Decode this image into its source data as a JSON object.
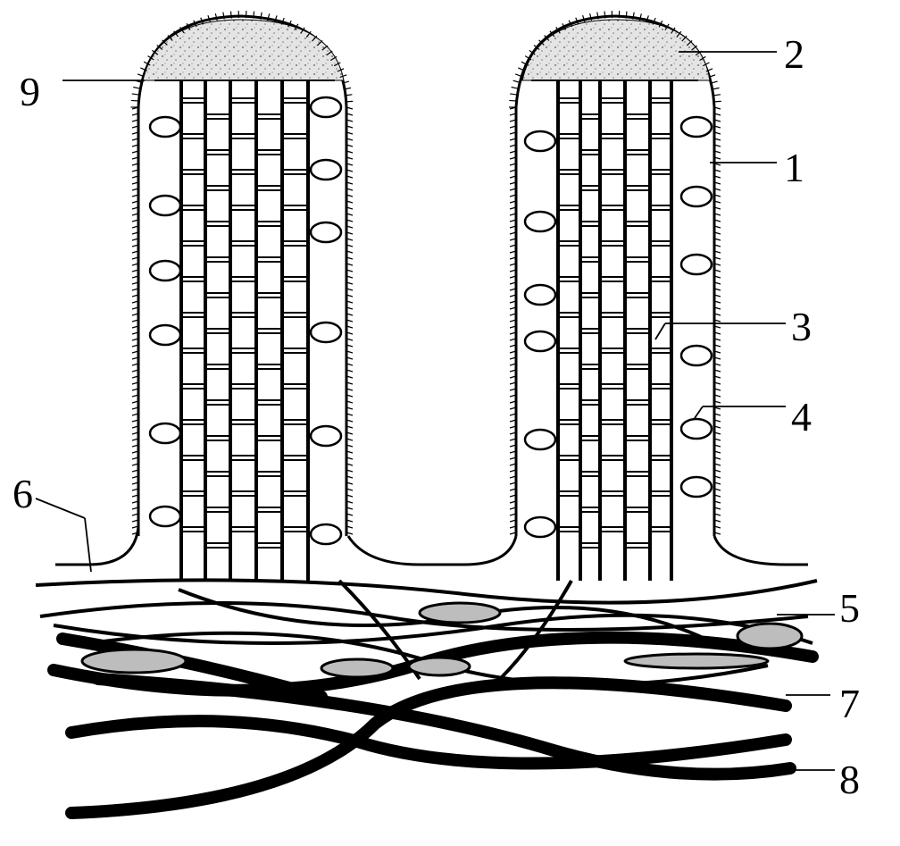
{
  "labels": {
    "l1": "1",
    "l2": "2",
    "l3": "3",
    "l4": "4",
    "l5": "5",
    "l6": "6",
    "l7": "7",
    "l8": "8",
    "l9": "9"
  },
  "colors": {
    "ink": "#000000",
    "cap": "#d6d6d6",
    "paper": "#ffffff"
  }
}
